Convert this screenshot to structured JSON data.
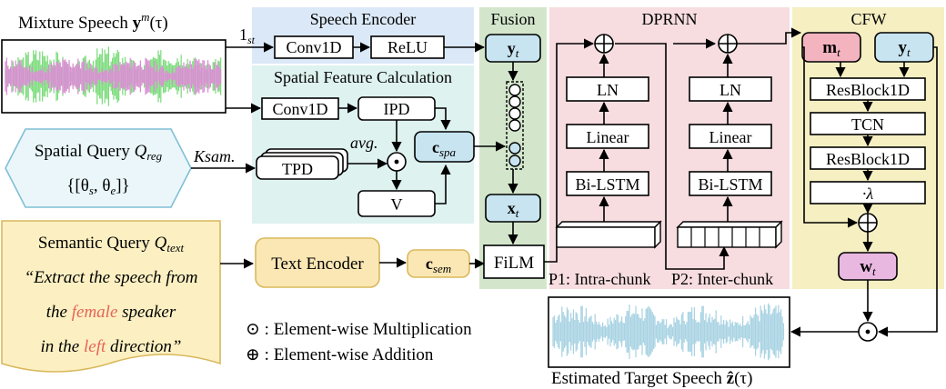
{
  "colors": {
    "encoder_bg": "#dbe8f7",
    "spatial_bg": "#def2ef",
    "fusion_bg": "#d3e6cc",
    "dprnn_bg": "#f7dde0",
    "cfw_bg": "#f5efc2",
    "semantic_fill": "#fcf0c2",
    "semantic_stroke": "#d9b85c",
    "spatial_query_fill": "#eaf6fa",
    "spatial_query_stroke": "#7fbfd4",
    "text_encoder_fill": "#fae7b4",
    "feature_fill": "#c7e4f0",
    "mask_fill": "#f3b4bf",
    "weight_fill": "#e9b8e0",
    "wave_green": "#7edc7e",
    "wave_pink": "#d98fd3",
    "wave_blue": "#a9d3e3",
    "highlight_red": "#e8635a"
  },
  "input": {
    "title_text": "Mixture Speech ",
    "title_math": "y",
    "title_sup": "m",
    "title_arg": "(τ)",
    "first_label": "1",
    "first_sub": "st"
  },
  "encoder": {
    "title": "Speech Encoder",
    "conv": "Conv1D",
    "relu": "ReLU"
  },
  "spatial": {
    "title": "Spatial Feature Calculation",
    "conv": "Conv1D",
    "ipd": "IPD",
    "tpd": "TPD",
    "v": "V",
    "avg": "avg.",
    "ksam": "Ksam.",
    "cspa": "c",
    "cspa_sub": "spa"
  },
  "spatial_query": {
    "label": "Spatial Query ",
    "q": "Q",
    "q_sub": "reg",
    "set": "{[θ",
    "set_s": "s",
    "set_mid": ", θ",
    "set_e": "e",
    "set_end": "]}"
  },
  "semantic_query": {
    "label": "Semantic Query ",
    "q": "Q",
    "q_sub": "text",
    "line1": "“Extract the speech from",
    "line2_pre": "the ",
    "line2_hl": "female",
    "line2_post": " speaker",
    "line3_pre": "in the ",
    "line3_hl": "left",
    "line3_post": " direction”"
  },
  "text_encoder": {
    "label": "Text Encoder",
    "csem": "c",
    "csem_sub": "sem"
  },
  "fusion": {
    "title": "Fusion",
    "yt": "y",
    "yt_sub": "t",
    "xt": "x",
    "xt_sub": "t",
    "film": "FiLM"
  },
  "dprnn": {
    "title": "DPRNN",
    "ln": "LN",
    "linear": "Linear",
    "bilstm": "Bi-LSTM",
    "p1": "P1: Intra-chunk",
    "p2": "P2: Inter-chunk"
  },
  "cfw": {
    "title": "CFW",
    "mt": "m",
    "mt_sub": "t",
    "yt": "y",
    "yt_sub": "t",
    "res1": "ResBlock1D",
    "tcn": "TCN",
    "res2": "ResBlock1D",
    "lambda": "·λ",
    "wt": "w",
    "wt_sub": "t"
  },
  "legend": {
    "mult": "⊙ : Element-wise Multiplication",
    "add": "⊕ : Element-wise Addition"
  },
  "output": {
    "label": "Estimated Target Speech ",
    "z": "ẑ",
    "arg": "(τ)"
  }
}
